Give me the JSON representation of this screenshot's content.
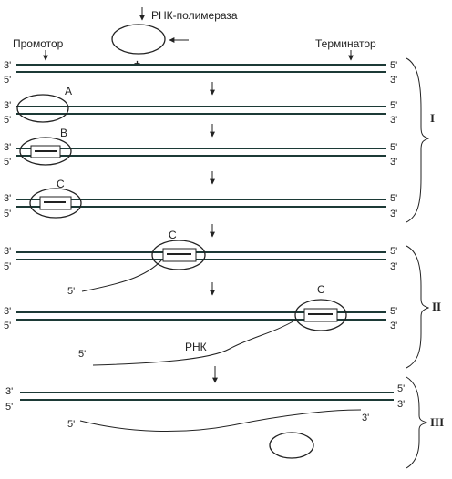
{
  "labels": {
    "polymerase": "РНК-полимераза",
    "promoter": "Промотор",
    "terminator": "Терминатор",
    "plus": "+",
    "rna": "РНК",
    "state_a": "A",
    "state_b": "B",
    "state_c": "C"
  },
  "ends": {
    "three_prime": "3'",
    "five_prime": "5'"
  },
  "stages": {
    "stage_1": "I",
    "stage_2": "II",
    "stage_3": "III"
  }
}
